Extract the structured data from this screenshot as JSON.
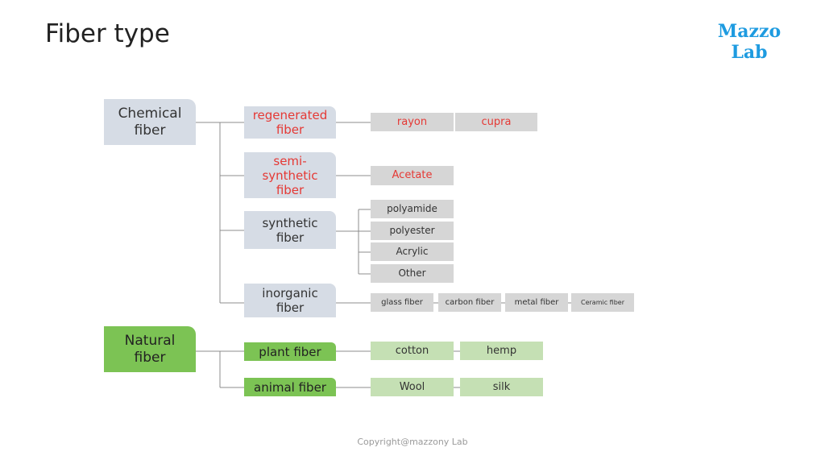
{
  "title": "Fiber type",
  "logo": {
    "line1": "Mazzo",
    "line2": "Lab"
  },
  "footer": "Copyright@mazzony Lab",
  "chemical": {
    "label": "Chemical fiber",
    "regenerated": {
      "label": "regenerated fiber",
      "items": [
        "rayon",
        "cupra"
      ]
    },
    "semi_synthetic": {
      "label": "semi-synthetic fiber",
      "items": [
        "Acetate"
      ]
    },
    "synthetic": {
      "label": "synthetic fiber",
      "items": [
        "polyamide",
        "polyester",
        "Acrylic",
        "Other"
      ]
    },
    "inorganic": {
      "label": "inorganic fiber",
      "items": [
        "glass fiber",
        "carbon fiber",
        "metal fiber",
        "Ceramic fiber"
      ]
    }
  },
  "natural": {
    "label": "Natural fiber",
    "plant": {
      "label": "plant fiber",
      "items": [
        "cotton",
        "hemp"
      ]
    },
    "animal": {
      "label": "animal fiber",
      "items": [
        "Wool",
        "silk"
      ]
    }
  },
  "colors": {
    "chemical_box": "#d6dce5",
    "natural_box": "#7cc354",
    "chemical_leaf": "#d6d6d6",
    "natural_leaf": "#c5e0b4",
    "highlight_text": "#e53935",
    "logo": "#1e9be0"
  }
}
